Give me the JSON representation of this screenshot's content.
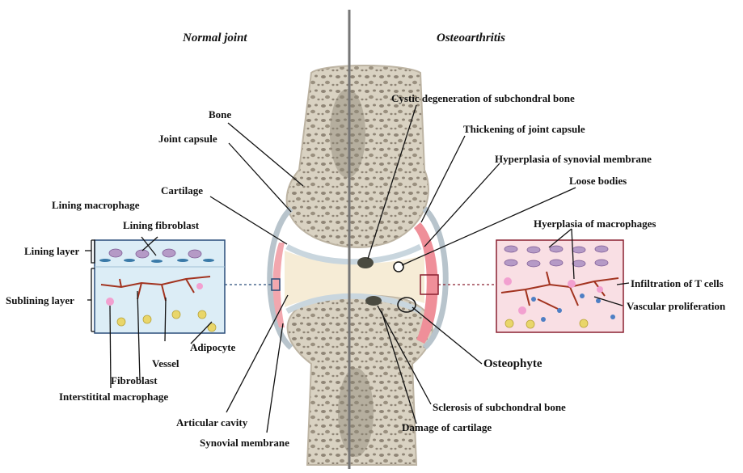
{
  "headers": {
    "normal": "Normal joint",
    "oa": "Osteoarthritis"
  },
  "left_labels": {
    "bone": "Bone",
    "joint_capsule": "Joint  capsule",
    "cartilage": "Cartilage",
    "lining_macrophage": "Lining macrophage",
    "lining_fibroblast": "Lining fibroblast",
    "lining_layer": "Lining layer",
    "sublining_layer": "Sublining layer",
    "adipocyte": "Adipocyte",
    "vessel": "Vessel",
    "fibroblast": "Fibroblast",
    "interstitial_macrophage": "Interstitital macrophage",
    "articular_cavity": "Articular cavity",
    "synovial_membrane": "Synovial membrane"
  },
  "right_labels": {
    "cystic": "Cystic degeneration of subchondral bone",
    "thickening": "Thickening of joint capsule",
    "hyperplasia_synovial": "Hyperplasia of synovial membrane",
    "loose_bodies": "Loose bodies",
    "hyperplasia_macrophages": "Hyerplasia of macrophages",
    "t_cells": "Infiltration of T cells",
    "vascular": "Vascular proliferation",
    "osteophyte": "Osteophyte",
    "sclerosis": "Sclerosis of subchondral bone",
    "damage": "Damage of cartilage"
  },
  "colors": {
    "bone": "#d9d2c2",
    "bone_dark": "#8f8576",
    "cartilage": "#c9d6de",
    "synovium": "#f2a7ae",
    "cavity": "#f6ecd6",
    "lining_box_bg": "#dcedf6",
    "oa_box_bg": "#f9dfe4",
    "vessel": "#a2331f",
    "divider": "#777777"
  }
}
